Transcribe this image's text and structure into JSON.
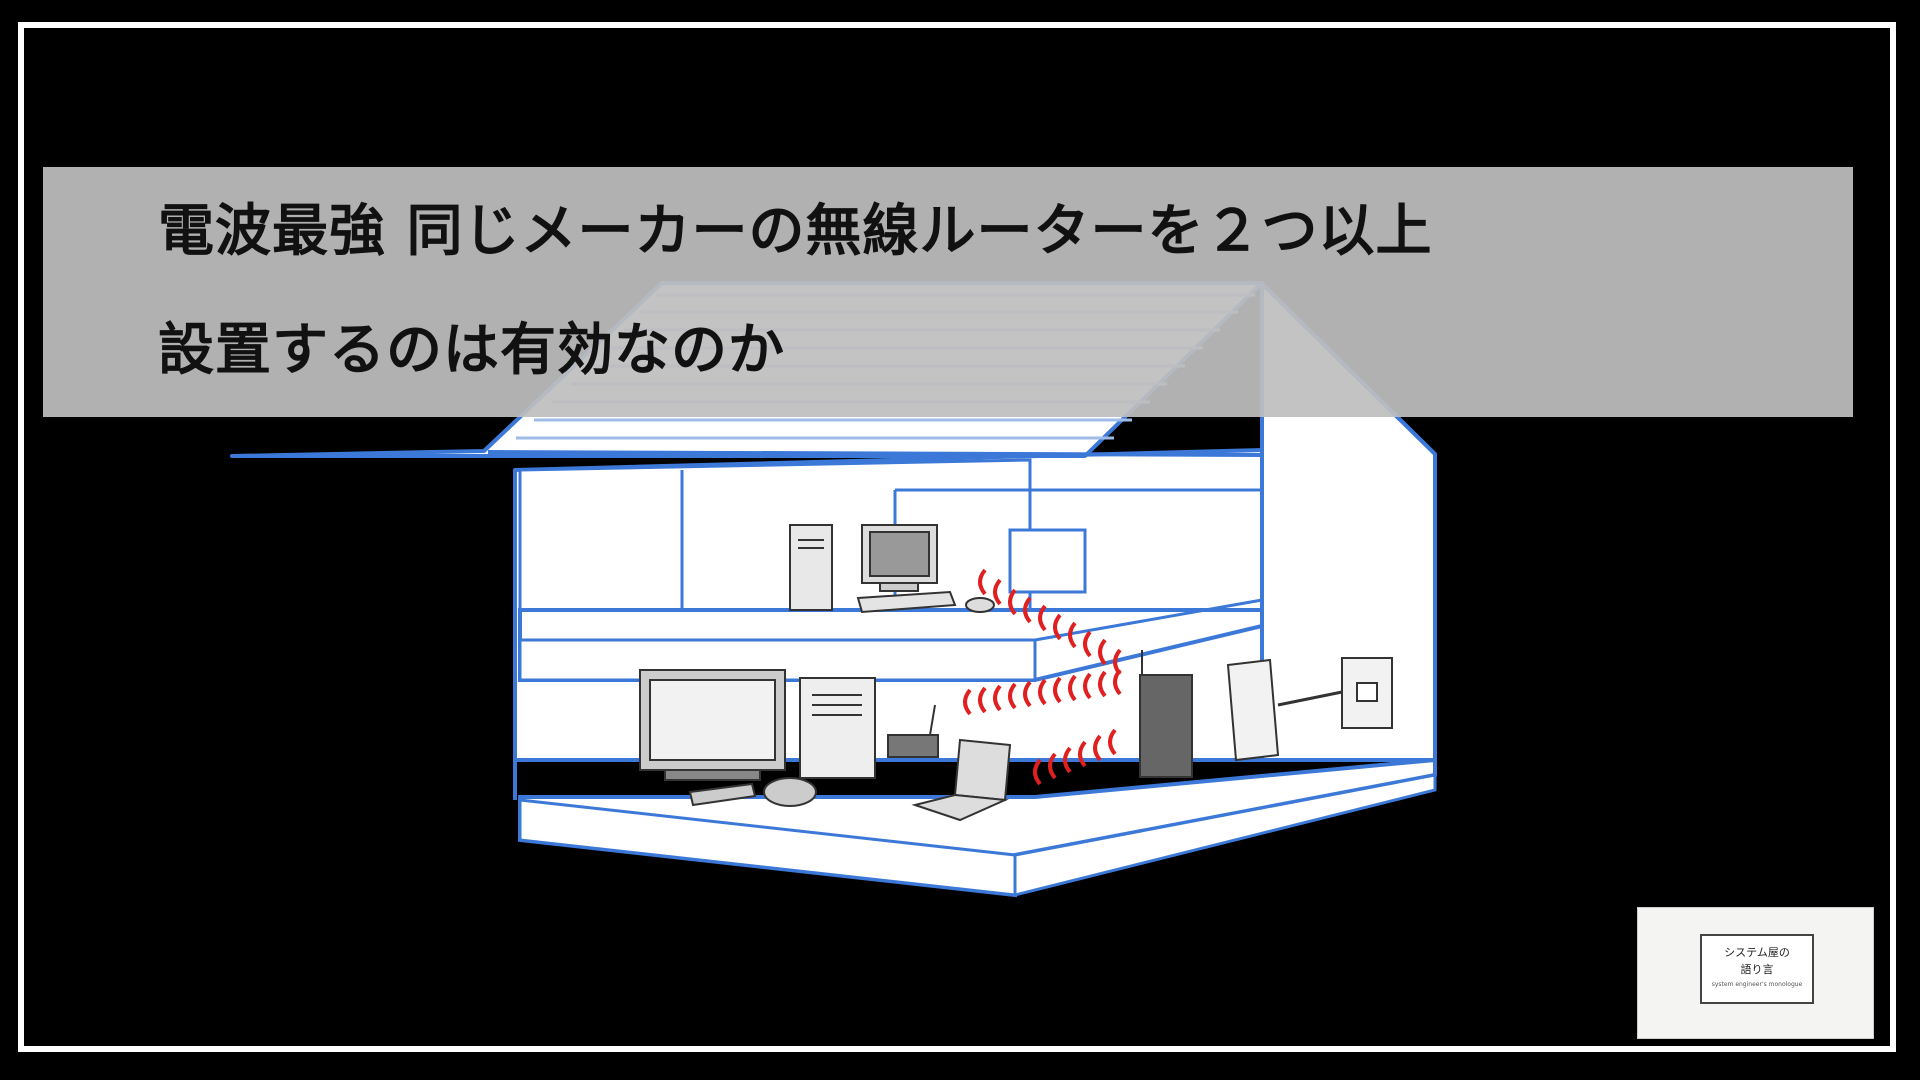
{
  "title": {
    "line1": "電波最強 同じメーカーの無線ルーターを２つ以上",
    "line2": "設置するのは有効なのか"
  },
  "logo": {
    "line1": "システム屋の",
    "line2": "語り言",
    "subtitle": "system engineer's monologue"
  },
  "colors": {
    "background": "#000000",
    "frame": "#ffffff",
    "banner": "#bebebe",
    "house_outline": "#3c78d8",
    "house_fill": "#ffffff",
    "signal": "#e02020"
  },
  "icons": [
    "house-illustration",
    "desktop-pc-icon",
    "monitor-icon",
    "keyboard-icon",
    "mouse-icon",
    "tv-icon",
    "tower-pc-icon",
    "wifi-adapter-icon",
    "laptop-icon",
    "router-icon",
    "onu-modem-icon",
    "wall-socket-icon",
    "remote-control-icon",
    "game-controller-icon",
    "wifi-signal-icon"
  ]
}
